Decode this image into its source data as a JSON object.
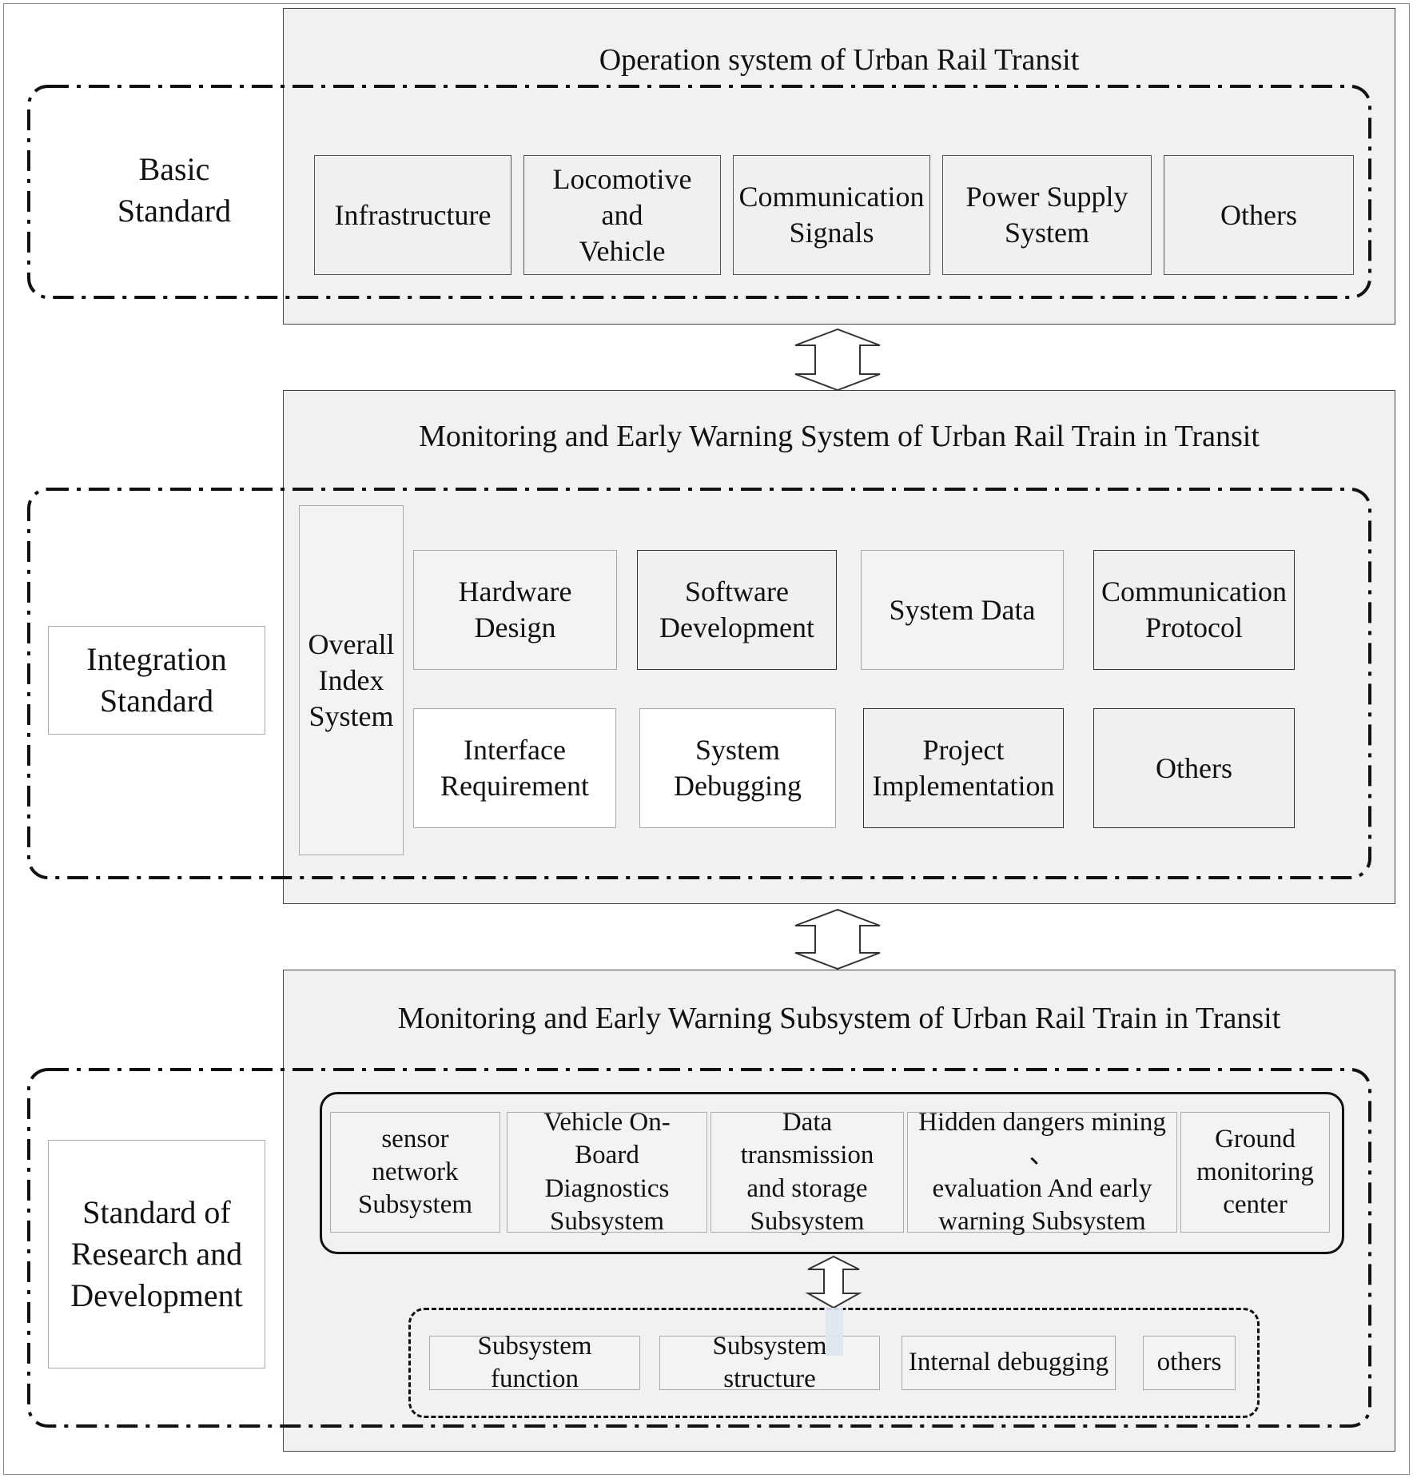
{
  "colors": {
    "panel_bg": "#f1f1f1",
    "line": "#111111",
    "box_border": "#555555"
  },
  "section1": {
    "title": "Operation system of  Urban Rail Transit",
    "standard": "Basic Standard",
    "boxes": [
      "Infrastructure",
      "Locomotive and\nVehicle",
      "Communication\nSignals",
      "Power Supply\nSystem",
      "Others"
    ]
  },
  "section2": {
    "title": "Monitoring and Early Warning System of Urban Rail Train in Transit",
    "standard": "Integration\nStandard",
    "index_system": "Overall\nIndex\nSystem",
    "boxes_row1": [
      "Hardware Design",
      "Software\nDevelopment",
      "System Data",
      "Communication\nProtocol"
    ],
    "boxes_row2": [
      "Interface\nRequirement",
      "System\nDebugging",
      "Project\nImplementation",
      "Others"
    ]
  },
  "section3": {
    "title": "Monitoring and Early Warning Subsystem of Urban Rail Train in Transit",
    "standard": "Standard of\nResearch and\nDevelopment",
    "subsystems": [
      "sensor network\nSubsystem",
      "Vehicle On-Board\nDiagnostics\nSubsystem",
      "Data transmission\nand storage\nSubsystem",
      "Hidden dangers mining 、\nevaluation  And early\nwarning Subsystem",
      "Ground\nmonitoring\ncenter"
    ],
    "aspects": [
      "Subsystem function",
      "Subsystem structure",
      "Internal debugging",
      "others"
    ]
  }
}
